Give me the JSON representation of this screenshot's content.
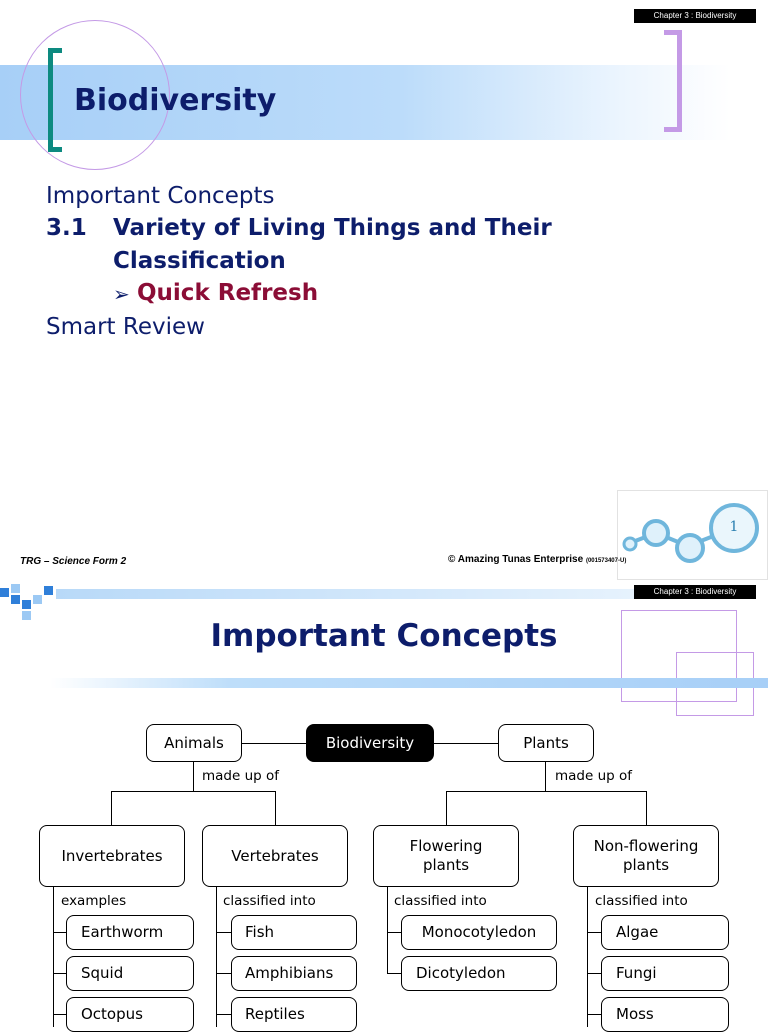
{
  "slide1": {
    "chapter_tag": "Chapter 3 : Biodiversity",
    "title": "Biodiversity",
    "menu": {
      "item1": "Important Concepts",
      "item2_number": "3.1",
      "item2_line1": "Variety of Living Things and Their",
      "item2_line2": "Classification",
      "item3_bullet": "➢",
      "item3": "Quick Refresh",
      "item4": "Smart Review"
    },
    "page_number": "1",
    "footer_left": "TRG – Science Form 2",
    "footer_right": "© Amazing Tunas Enterprise",
    "footer_reg": "(001573407-U)"
  },
  "slide2": {
    "chapter_tag": "Chapter 3 : Biodiversity",
    "title": "Important Concepts",
    "diagram": {
      "root": "Biodiversity",
      "animals": "Animals",
      "plants": "Plants",
      "made_up_of_left": "made up of",
      "made_up_of_right": "made up of",
      "invertebrates": "Invertebrates",
      "vertebrates": "Vertebrates",
      "flowering_line1": "Flowering",
      "flowering_line2": "plants",
      "nonflowering_line1": "Non-flowering",
      "nonflowering_line2": "plants",
      "examples": "examples",
      "classified_vert": "classified into",
      "classified_flower": "classified into",
      "classified_nonflower": "classified into",
      "invertebrate_items": [
        "Earthworm",
        "Squid",
        "Octopus"
      ],
      "vertebrate_items": [
        "Fish",
        "Amphibians",
        "Reptiles"
      ],
      "flowering_items": [
        "Monocotyledon",
        "Dicotyledon"
      ],
      "nonflowering_items": [
        "Algae",
        "Fungi",
        "Moss"
      ]
    }
  },
  "colors": {
    "title_navy": "#0d1d6b",
    "accent_red": "#8b0d36",
    "bracket_teal": "#0d8a80",
    "bracket_lilac": "#c49ae6",
    "band_blue": "#a7cff7"
  }
}
